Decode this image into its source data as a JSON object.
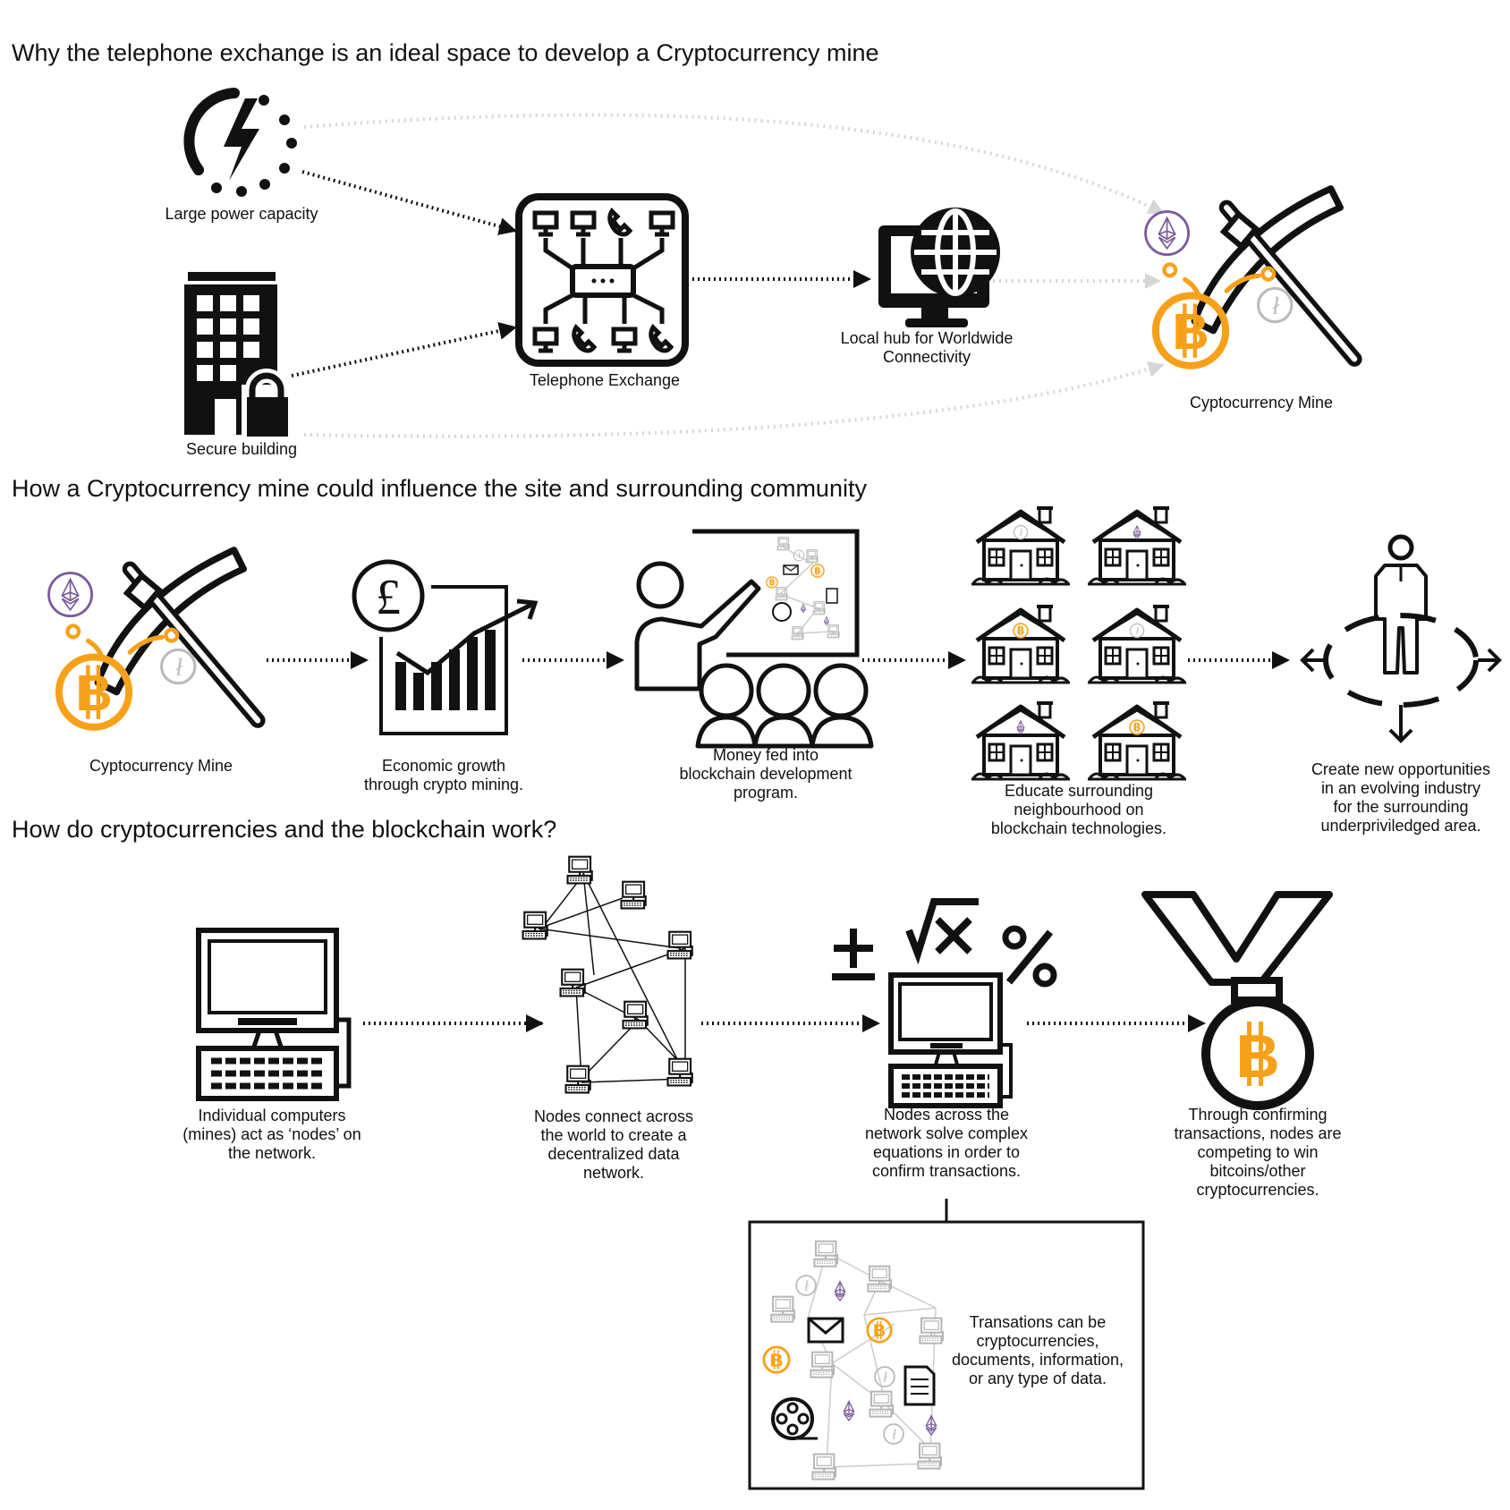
{
  "section1": {
    "title": "Why the telephone exchange is an ideal space to develop a Cryptocurrency mine",
    "power_label": "Large power capacity",
    "building_label": "Secure building",
    "exchange_label": "Telephone Exchange",
    "hub_label": "Local hub for Worldwide\nConnectivity",
    "mine_label": "Cyptocurrency Mine"
  },
  "section2": {
    "title": "How a Cryptocurrency mine could influence the site and surrounding community",
    "mine_label": "Cyptocurrency Mine",
    "growth_label": "Economic growth\nthrough crypto mining.",
    "program_label": "Money fed into\nblockchain development\nprogram.",
    "educate_label": "Educate surrounding\nneighbourhood on\nblockchain technologies.",
    "opportunity_label": "Create new opportunities\nin an evolving industry\nfor the surrounding\nunderpriviledged area."
  },
  "section3": {
    "title": "How do cryptocurrencies and the blockchain work?",
    "computer_label": "Individual computers\n(mines) act as ‘nodes’ on\nthe network.",
    "network_label": "Nodes connect across\nthe world to create a\ndecentralized data\nnetwork.",
    "solve_label": "Nodes across the\nnetwork solve complex\nequations in order to\nconfirm transactions.",
    "reward_label": "Through confirming\ntransactions, nodes are\ncompeting to win\nbitcoins/other\ncryptocurrencies.",
    "transaction_label": "Transations can be\ncryptocurrencies,\ndocuments, information,\nor any type of data."
  },
  "icons": {
    "power": "lightning-power-icon",
    "building": "secure-building-icon",
    "exchange": "telephone-exchange-icon",
    "hub": "globe-computer-icon",
    "mine": "pickaxe-coins-icon",
    "growth": "pound-growth-chart-icon",
    "teacher": "teacher-presentation-icon",
    "houses": "house-icon",
    "person": "person-opportunities-icon",
    "computer": "desktop-computer-icon",
    "network": "node-network-icon",
    "math": "math-computer-icon",
    "medal": "bitcoin-medal-icon"
  },
  "colors": {
    "bitcoin": "#F7A11A",
    "ethereum": "#7B5C9B",
    "litecoin": "#BBBBBB",
    "ink": "#111111",
    "faint_arrow": "#DDDDDD"
  }
}
